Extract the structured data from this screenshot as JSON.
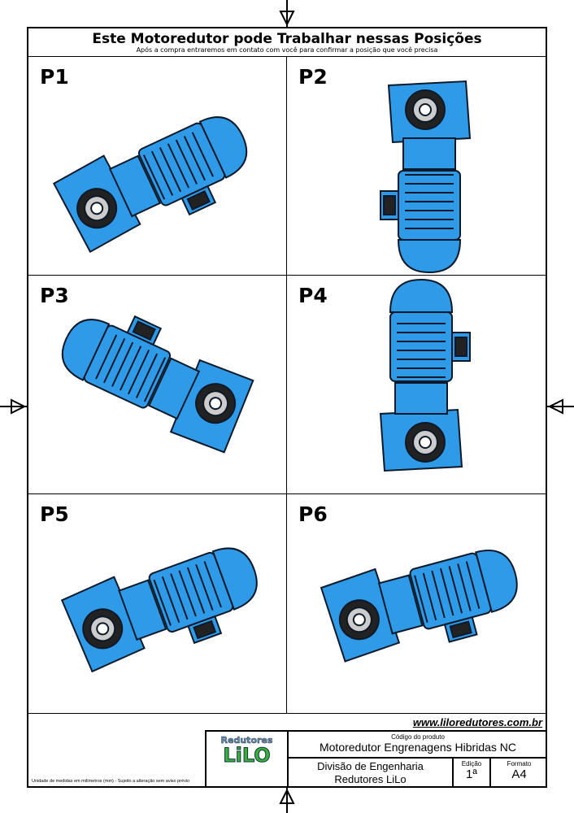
{
  "header": {
    "title": "Este Motoredutor pode Trabalhar nessas Posições",
    "subtitle": "Após a compra entraremos em contato com você para confirmar a posição que você precisa"
  },
  "positions": [
    {
      "label": "P1"
    },
    {
      "label": "P2"
    },
    {
      "label": "P3"
    },
    {
      "label": "P4"
    },
    {
      "label": "P5"
    },
    {
      "label": "P6"
    }
  ],
  "colors": {
    "motor": "#2f9be8",
    "outline": "#0a1a2a"
  },
  "footer": {
    "url": "www.liloredutores.com.br",
    "note": "Unidade de medidas em milímetros (mm) - Sujeito a alteração sem aviso prévio",
    "logo_top": "Redutores",
    "logo_main": "LiLO",
    "code_label": "Código do produto",
    "code_value": "Motoredutor Engrenagens Hibridas NC",
    "division_line1": "Divisão de Engenharia",
    "division_line2": "Redutores LiLo",
    "edition_label": "Edição",
    "edition_value": "1ª",
    "format_label": "Formato",
    "format_value": "A4"
  }
}
